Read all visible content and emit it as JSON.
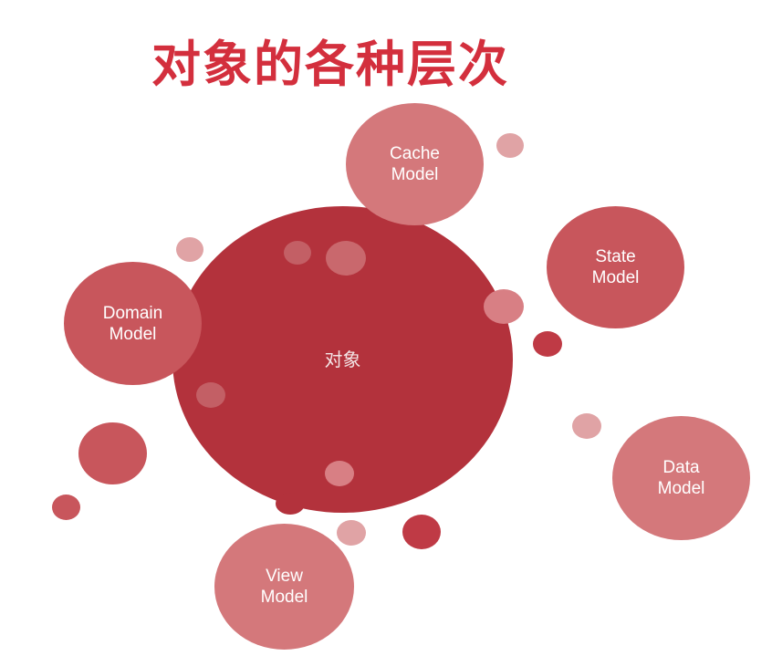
{
  "title": "对象的各种层次",
  "diagram": {
    "center": {
      "label": "对象"
    },
    "nodes": [
      {
        "id": "cache",
        "label": "Cache\nModel"
      },
      {
        "id": "state",
        "label": "State\nModel"
      },
      {
        "id": "domain",
        "label": "Domain\nModel"
      },
      {
        "id": "data",
        "label": "Data\nModel"
      },
      {
        "id": "view",
        "label": "View\nModel"
      }
    ]
  },
  "colors": {
    "title": "#d32f3d",
    "center": "#b3323c",
    "node_dark": "#c8565c",
    "node_light": "#d4787b",
    "bubble_pale": "#e0a3a5",
    "bubble_dark": "#bf3a45"
  }
}
